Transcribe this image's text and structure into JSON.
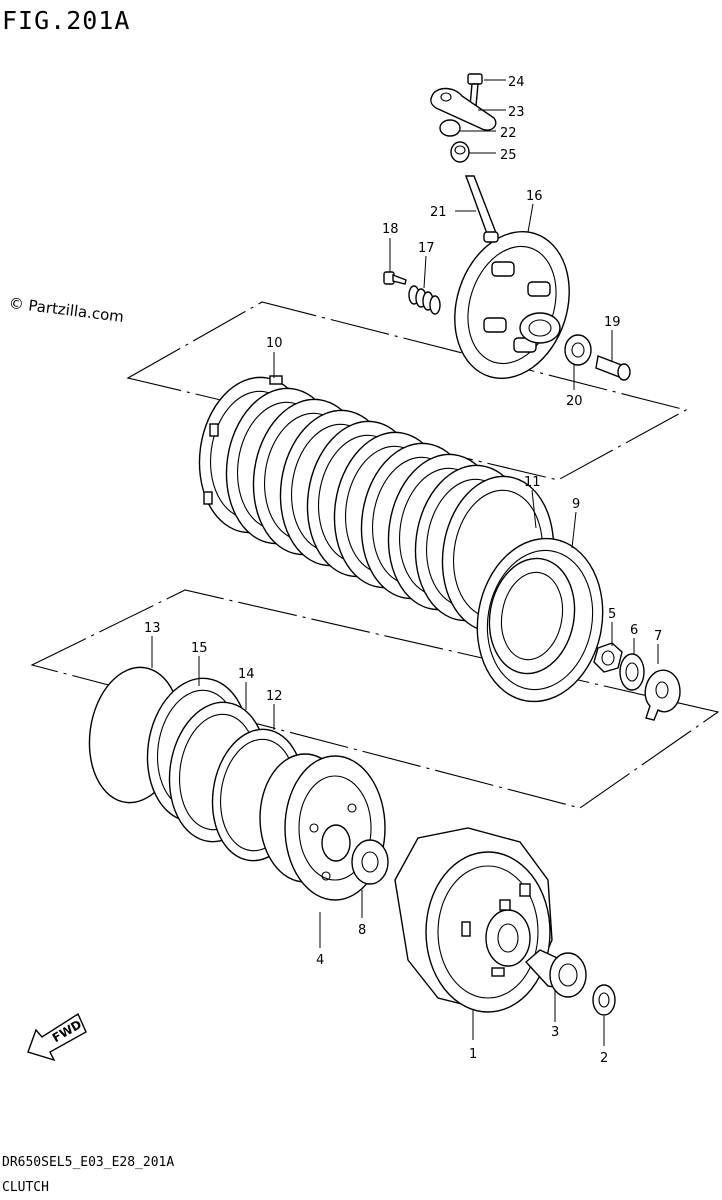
{
  "header": {
    "figure_title": "FIG.201A"
  },
  "watermark": {
    "copyright": "© Partzilla.com"
  },
  "footer": {
    "model_code": "DR650SEL5_E03_E28_201A",
    "section_name": "CLUTCH"
  },
  "direction": {
    "label": "FWD",
    "icon": "fwd-arrow-icon"
  },
  "callouts": [
    {
      "id": "24",
      "label": "24"
    },
    {
      "id": "23",
      "label": "23"
    },
    {
      "id": "22",
      "label": "22"
    },
    {
      "id": "25",
      "label": "25"
    },
    {
      "id": "21",
      "label": "21"
    },
    {
      "id": "16",
      "label": "16"
    },
    {
      "id": "18",
      "label": "18"
    },
    {
      "id": "17",
      "label": "17"
    },
    {
      "id": "19",
      "label": "19"
    },
    {
      "id": "20",
      "label": "20"
    },
    {
      "id": "10",
      "label": "10"
    },
    {
      "id": "11",
      "label": "11"
    },
    {
      "id": "9",
      "label": "9"
    },
    {
      "id": "5",
      "label": "5"
    },
    {
      "id": "6",
      "label": "6"
    },
    {
      "id": "7",
      "label": "7"
    },
    {
      "id": "13",
      "label": "13"
    },
    {
      "id": "15",
      "label": "15"
    },
    {
      "id": "14",
      "label": "14"
    },
    {
      "id": "12",
      "label": "12"
    },
    {
      "id": "8",
      "label": "8"
    },
    {
      "id": "4",
      "label": "4"
    },
    {
      "id": "1",
      "label": "1"
    },
    {
      "id": "3",
      "label": "3"
    },
    {
      "id": "2",
      "label": "2"
    }
  ]
}
